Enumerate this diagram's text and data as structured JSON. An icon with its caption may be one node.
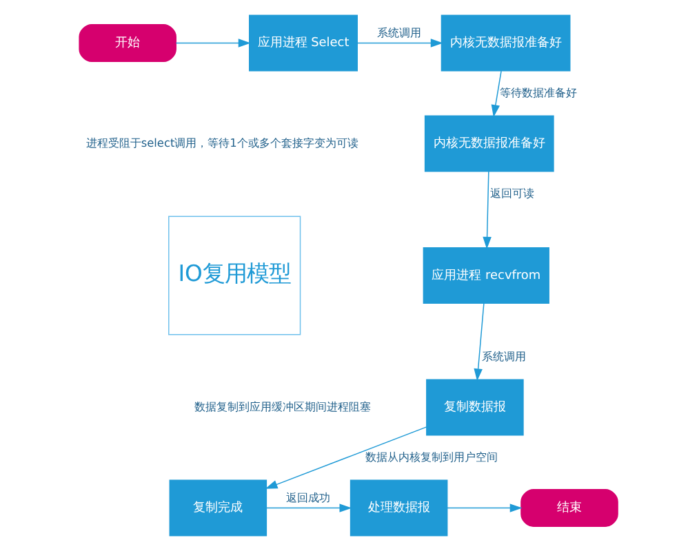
{
  "diagram": {
    "nodes": [
      {
        "text": [
          "开始"
        ]
      },
      {
        "text": [
          "应用进程 Select"
        ]
      },
      {
        "text": [
          "内核无数据报准备好"
        ]
      },
      {
        "text": [
          "内核无数据报准备好"
        ]
      },
      {
        "text": [
          "应用进程 recvfrom"
        ]
      },
      {
        "text": [
          "复制数据报"
        ]
      },
      {
        "text": [
          "复制完成"
        ]
      },
      {
        "text": [
          "处理数据报"
        ]
      },
      {
        "text": [
          "结束"
        ]
      },
      {
        "text": [
          "IO复用模型"
        ]
      }
    ],
    "edges": [
      {
        "from": 0,
        "to": 1,
        "arrow": "to"
      },
      {
        "from": 1,
        "to": 2,
        "arrow": "to",
        "label": "系统调用"
      },
      {
        "from": 2,
        "to": 3,
        "arrow": "to",
        "label": "等待数据准备好"
      },
      {
        "from": 3,
        "to": 4,
        "arrow": "to",
        "label": "返回可读"
      },
      {
        "from": 4,
        "to": 5,
        "arrow": "to",
        "label": "系统调用"
      },
      {
        "from": 5,
        "to": 6,
        "arrow": "to",
        "label": "数据从内核复制到用户空间"
      },
      {
        "from": 6,
        "to": 7,
        "arrow": "to",
        "label": "返回成功"
      },
      {
        "from": 7,
        "to": 8,
        "arrow": "to"
      }
    ],
    "labels": [
      "进程受阻于select调用，等待1个或多个套接字变为可读",
      "数据复制到应用缓冲区期间进程阻塞"
    ]
  }
}
